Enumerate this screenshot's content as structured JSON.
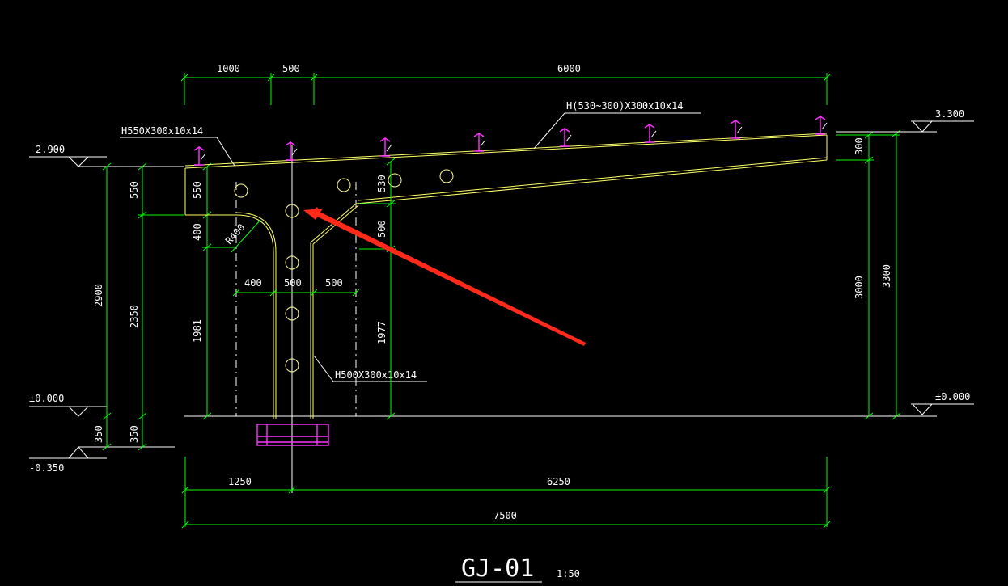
{
  "drawing": {
    "title": "GJ-01",
    "scale": "1:50",
    "dims": {
      "top_1000": "1000",
      "top_500": "500",
      "top_6000": "6000",
      "left_550a": "550",
      "left_550b": "550",
      "left_400": "400",
      "left_2900": "2900",
      "left_2350": "2350",
      "left_1981": "1981",
      "left_350a": "350",
      "left_350b": "350",
      "mid_530": "530",
      "mid_500v": "500",
      "mid_1977": "1977",
      "mid_400": "400",
      "mid_500a": "500",
      "mid_500b": "500",
      "radius": "R400",
      "right_300": "300",
      "right_3000": "3000",
      "right_3300": "3300",
      "bot_1250": "1250",
      "bot_6250": "6250",
      "bot_7500": "7500"
    },
    "levels": {
      "l_2900": "2.900",
      "l_0000_left": "±0.000",
      "l_m0350": "-0.350",
      "l_3300": "3.300",
      "l_0000_right": "±0.000"
    },
    "labels": {
      "beam_left": "H550X300x10x14",
      "beam_taper": "H(530~300)X300x10x14",
      "column": "H500X300x10x14"
    },
    "colors": {
      "background": "#000000",
      "dimension": "#00ff00",
      "member": "#ffff66",
      "purlin": "#ff33ff",
      "arrow": "#ff2a1a"
    }
  }
}
